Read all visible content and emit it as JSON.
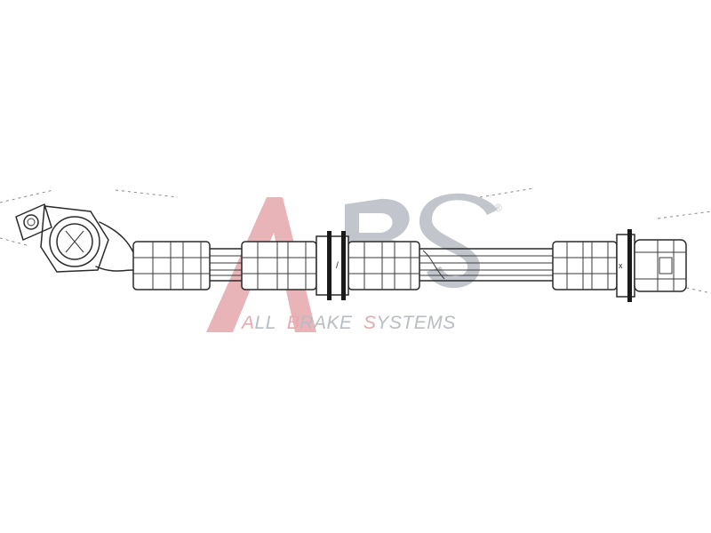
{
  "watermark": {
    "logo": "ABS",
    "registered_mark": "®",
    "tagline_words": [
      {
        "cap": "A",
        "rest": "LL"
      },
      {
        "cap": "B",
        "rest": "RAKE"
      },
      {
        "cap": "S",
        "rest": "YSTEMS"
      }
    ],
    "colors": {
      "logo_red": "#e8b4b8",
      "logo_grey": "#c2c6cc",
      "tagline_grey": "#b8bcc4",
      "tagline_cap": "#e7a9ad"
    }
  },
  "drawing": {
    "subject": "brake hose technical line drawing",
    "line_color": "#2a2a2a",
    "washer_color": "#1a1a1a",
    "marker_labels": [
      "/",
      "x"
    ]
  }
}
